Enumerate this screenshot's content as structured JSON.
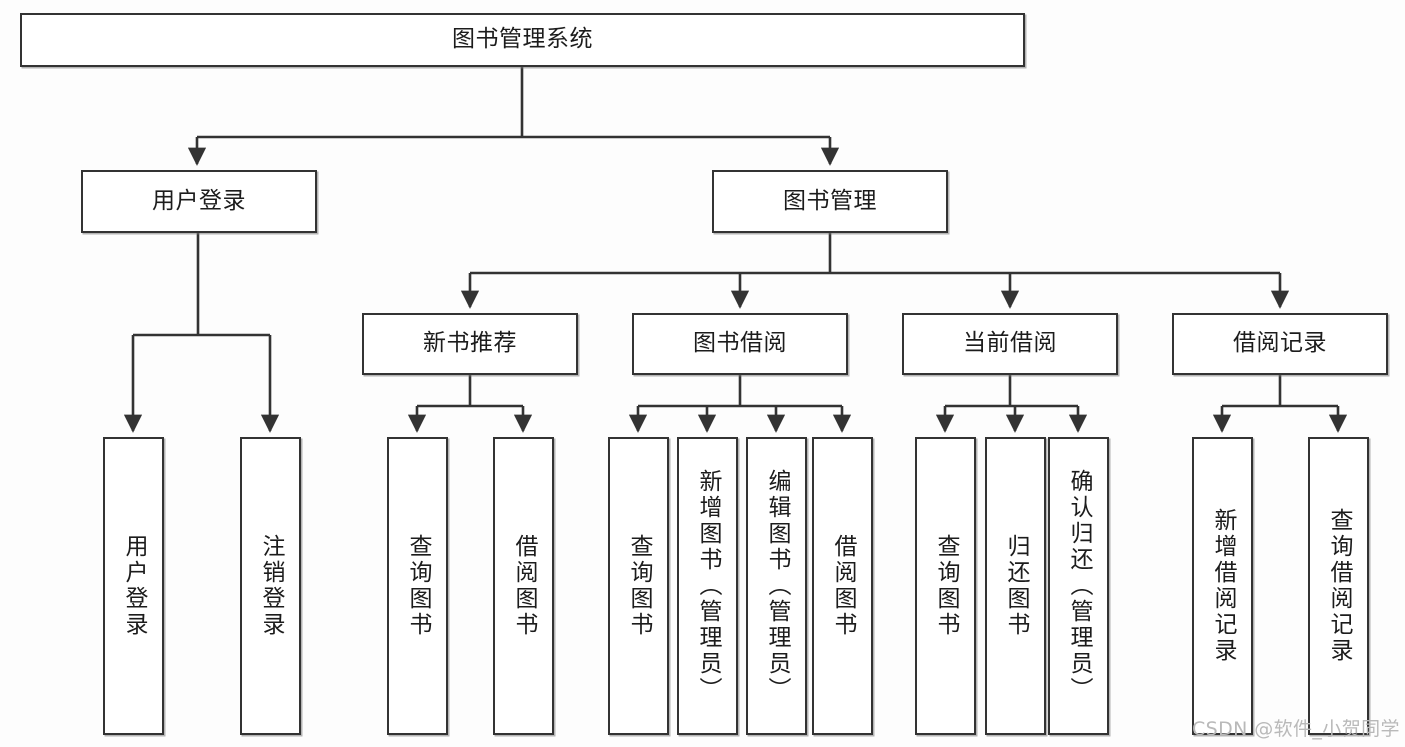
{
  "diagram": {
    "title": "图书管理系统",
    "type": "tree-hierarchy",
    "watermark": "CSDN @软件_小贺同学",
    "colors": {
      "background": "#fdfdfd",
      "box_fill": "#ffffff",
      "box_stroke": "#333333",
      "connector": "#333333",
      "text": "#1c1c1c",
      "watermark": "#b9b9b9"
    },
    "root": {
      "label": "图书管理系统",
      "orientation": "horizontal"
    },
    "level2": [
      {
        "label": "用户登录",
        "orientation": "horizontal"
      },
      {
        "label": "图书管理",
        "orientation": "horizontal"
      }
    ],
    "level3": [
      {
        "label": "新书推荐",
        "orientation": "horizontal"
      },
      {
        "label": "图书借阅",
        "orientation": "horizontal"
      },
      {
        "label": "当前借阅",
        "orientation": "horizontal"
      },
      {
        "label": "借阅记录",
        "orientation": "horizontal"
      }
    ],
    "leaves": {
      "user_login": [
        {
          "label": "用户登录",
          "orientation": "vertical"
        },
        {
          "label": "注销登录",
          "orientation": "vertical"
        }
      ],
      "new_book_recommend": [
        {
          "label": "查询图书",
          "orientation": "vertical"
        },
        {
          "label": "借阅图书",
          "orientation": "vertical"
        }
      ],
      "book_borrow": [
        {
          "label": "查询图书",
          "orientation": "vertical"
        },
        {
          "label": "新增图书（管理员）",
          "orientation": "vertical"
        },
        {
          "label": "编辑图书（管理员）",
          "orientation": "vertical"
        },
        {
          "label": "借阅图书",
          "orientation": "vertical"
        }
      ],
      "current_borrow": [
        {
          "label": "查询图书",
          "orientation": "vertical"
        },
        {
          "label": "归还图书",
          "orientation": "vertical"
        },
        {
          "label": "确认归还（管理员）",
          "orientation": "vertical"
        }
      ],
      "borrow_record": [
        {
          "label": "新增借阅记录",
          "orientation": "vertical"
        },
        {
          "label": "查询借阅记录",
          "orientation": "vertical"
        }
      ]
    }
  }
}
